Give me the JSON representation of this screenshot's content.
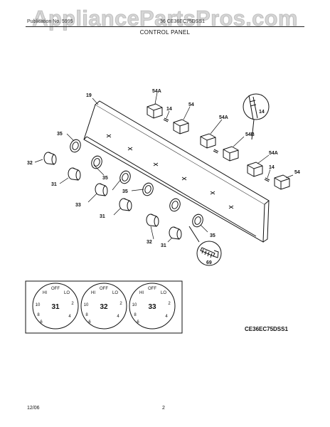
{
  "watermark": "AppliancePartsPros.com",
  "header": {
    "left": "Publication No. 5995",
    "right": "36 CE36EC75DSS1",
    "section_title": "CONTROL PANEL"
  },
  "callouts": {
    "panel": "19",
    "knob_top": "54A",
    "clip_top": "14",
    "knob_54_top": "54",
    "knob_54a_mid": "54A",
    "knob_54b": "54B",
    "knob_54a_right": "54A",
    "clip_right": "14",
    "knob_54_right": "54",
    "clip_detail": "14",
    "bezel_top": "35",
    "knob_32_left": "32",
    "knob_31_left": "31",
    "bezel_mid": "35",
    "bezel_low": "35",
    "knob_33": "33",
    "knob_31_mid": "31",
    "bezel_right": "35",
    "knob_32_bottom": "32",
    "knob_31_bottom": "31",
    "screw_detail": "69"
  },
  "dials": [
    {
      "number": "31",
      "marks": [
        "OFF",
        "HI",
        "LO",
        "2",
        "4",
        "6",
        "8",
        "10"
      ]
    },
    {
      "number": "32",
      "marks": [
        "OFF",
        "HI",
        "LO",
        "2",
        "4",
        "6",
        "8",
        "10"
      ]
    },
    {
      "number": "33",
      "marks": [
        "OFF",
        "HI",
        "LO",
        "2",
        "4",
        "6",
        "8",
        "10"
      ]
    }
  ],
  "model_code": "CE36EC75DSS1",
  "footer": {
    "date": "12/06",
    "page": "2"
  }
}
